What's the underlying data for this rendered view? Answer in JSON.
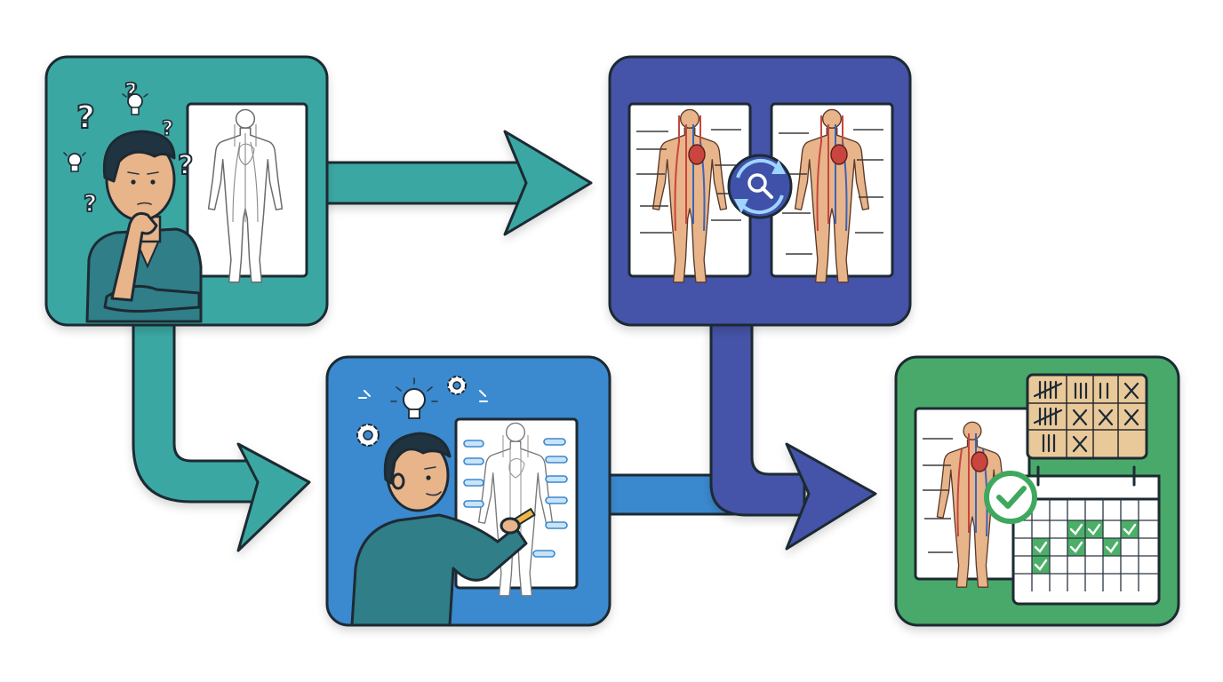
{
  "colors": {
    "teal": "#3aa7a3",
    "teal_dark": "#2f8f8b",
    "blue": "#3a89cf",
    "indigo": "#4452a8",
    "green": "#49a96a",
    "paper": "#ffffff",
    "vessel_red": "#c9453d",
    "vessel_blue": "#3d63b8",
    "skin": "#e8b48a",
    "calendar_check": "#3fa85f",
    "tally_paper": "#e9c99a"
  },
  "steps": [
    {
      "id": "confused",
      "icons": [
        "question-mark-icon",
        "lightbulb-icon"
      ],
      "figure": "thinking-person",
      "chart": "blank-circulatory-diagram"
    },
    {
      "id": "compare",
      "icons": [
        "search-refresh-icon"
      ],
      "chart": "labeled-circulatory-diagrams"
    },
    {
      "id": "practice",
      "icons": [
        "lightbulb-icon",
        "gear-icon"
      ],
      "figure": "drawing-person",
      "chart": "label-blank-worksheet"
    },
    {
      "id": "track",
      "icons": [
        "check-circle-icon",
        "calendar-icon"
      ],
      "chart": "labeled-circulatory-diagram",
      "tally_grid": "score-tally-card"
    }
  ]
}
